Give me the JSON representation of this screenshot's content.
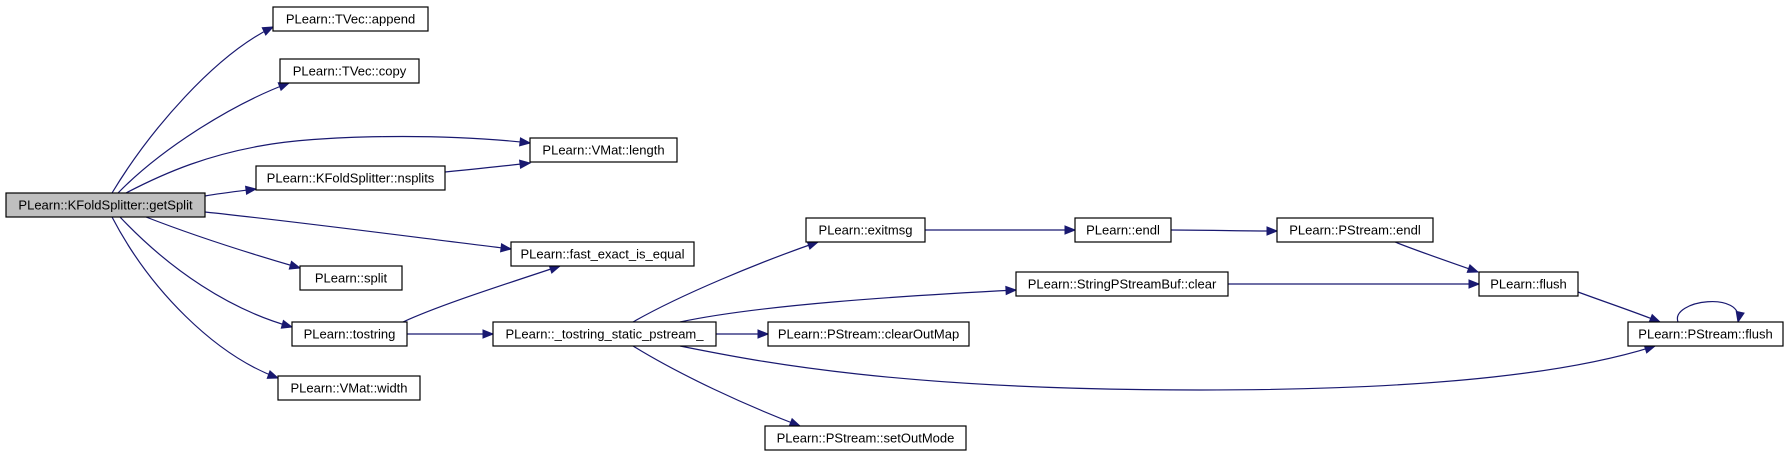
{
  "graph": {
    "type": "call-graph",
    "colors": {
      "edge": "#191970",
      "root_fill": "#bfbfbf",
      "node_fill": "#ffffff",
      "border": "#000000"
    },
    "nodes": [
      {
        "id": "getSplit",
        "label": "PLearn::KFoldSplitter::getSplit",
        "root": true
      },
      {
        "id": "append",
        "label": "PLearn::TVec::append"
      },
      {
        "id": "copy",
        "label": "PLearn::TVec::copy"
      },
      {
        "id": "length",
        "label": "PLearn::VMat::length"
      },
      {
        "id": "nsplits",
        "label": "PLearn::KFoldSplitter::nsplits"
      },
      {
        "id": "fast_exact_is_equal",
        "label": "PLearn::fast_exact_is_equal"
      },
      {
        "id": "split",
        "label": "PLearn::split"
      },
      {
        "id": "tostring",
        "label": "PLearn::tostring"
      },
      {
        "id": "width",
        "label": "PLearn::VMat::width"
      },
      {
        "id": "tostring_static",
        "label": "PLearn::_tostring_static_pstream_"
      },
      {
        "id": "exitmsg",
        "label": "PLearn::exitmsg"
      },
      {
        "id": "endl",
        "label": "PLearn::endl"
      },
      {
        "id": "pstream_endl",
        "label": "PLearn::PStream::endl"
      },
      {
        "id": "clear",
        "label": "PLearn::StringPStreamBuf::clear"
      },
      {
        "id": "flush",
        "label": "PLearn::flush"
      },
      {
        "id": "clearOutMap",
        "label": "PLearn::PStream::clearOutMap"
      },
      {
        "id": "pstream_flush",
        "label": "PLearn::PStream::flush"
      },
      {
        "id": "setOutMode",
        "label": "PLearn::PStream::setOutMode"
      }
    ],
    "edges": [
      {
        "from": "getSplit",
        "to": "append"
      },
      {
        "from": "getSplit",
        "to": "copy"
      },
      {
        "from": "getSplit",
        "to": "length"
      },
      {
        "from": "getSplit",
        "to": "nsplits"
      },
      {
        "from": "getSplit",
        "to": "fast_exact_is_equal"
      },
      {
        "from": "getSplit",
        "to": "split"
      },
      {
        "from": "getSplit",
        "to": "tostring"
      },
      {
        "from": "getSplit",
        "to": "width"
      },
      {
        "from": "nsplits",
        "to": "length"
      },
      {
        "from": "tostring",
        "to": "fast_exact_is_equal"
      },
      {
        "from": "tostring",
        "to": "tostring_static"
      },
      {
        "from": "tostring_static",
        "to": "exitmsg"
      },
      {
        "from": "tostring_static",
        "to": "clear"
      },
      {
        "from": "tostring_static",
        "to": "clearOutMap"
      },
      {
        "from": "tostring_static",
        "to": "pstream_flush"
      },
      {
        "from": "tostring_static",
        "to": "setOutMode"
      },
      {
        "from": "exitmsg",
        "to": "endl"
      },
      {
        "from": "endl",
        "to": "pstream_endl"
      },
      {
        "from": "pstream_endl",
        "to": "flush"
      },
      {
        "from": "clear",
        "to": "flush"
      },
      {
        "from": "flush",
        "to": "pstream_flush"
      },
      {
        "from": "pstream_flush",
        "to": "pstream_flush"
      }
    ]
  }
}
